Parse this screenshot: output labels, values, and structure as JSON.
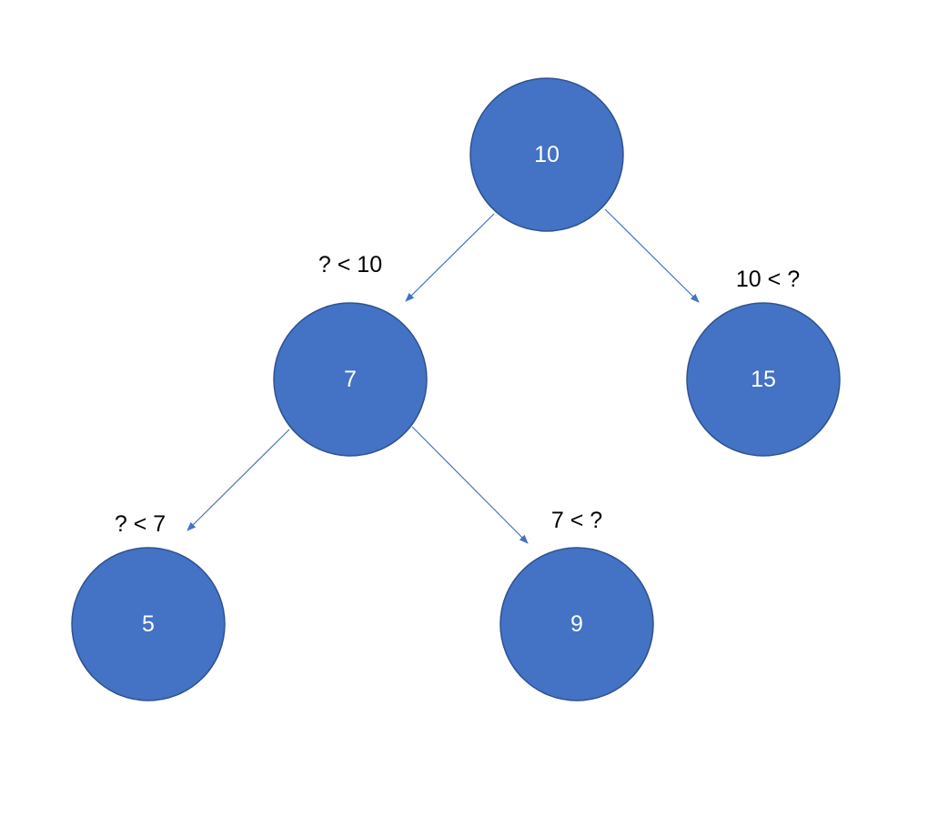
{
  "colors": {
    "node_fill": "#4472c4",
    "node_stroke": "#2f528f",
    "edge": "#4472c4",
    "edge_label": "#000000",
    "node_text": "#ffffff"
  },
  "nodes": [
    {
      "id": "n10",
      "label": "10"
    },
    {
      "id": "n7",
      "label": "7"
    },
    {
      "id": "n15",
      "label": "15"
    },
    {
      "id": "n5",
      "label": "5"
    },
    {
      "id": "n9",
      "label": "9"
    }
  ],
  "edges": [
    {
      "from": "n10",
      "to": "n7",
      "label": "? < 10"
    },
    {
      "from": "n10",
      "to": "n15",
      "label": "10 < ?"
    },
    {
      "from": "n7",
      "to": "n5",
      "label": "? < 7"
    },
    {
      "from": "n7",
      "to": "n9",
      "label": "7 < ?"
    }
  ]
}
